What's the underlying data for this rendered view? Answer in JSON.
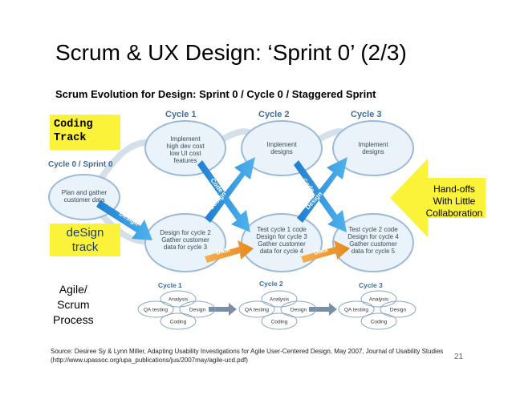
{
  "slide": {
    "title": "Scrum & UX Design: ‘Sprint 0’ (2/3)",
    "subtitle": "Scrum Evolution for Design:  Sprint 0 / Cycle 0 / Staggered Sprint",
    "coding_track": "Coding\nTrack",
    "design_track": "deSign\ntrack",
    "agile_label": "Agile/\nScrum\nProcess",
    "handoffs": "Hand-offs\nWith Little\nCollaboration",
    "source": "Source: Desiree Sy & Lynn Miller, Adapting Usability Investigations for Agile User-Centered Design, May 2007, Journal of Usability Studies (http://www.upassoc.org/upa_publications/jus/2007may/agile-ucd.pdf)",
    "page_number": "21",
    "colors": {
      "yellow": "#fbf23a",
      "blue": "#2f8fd6",
      "orange": "#f2a33c",
      "cycle_text": "#3d6d9e"
    }
  },
  "diagram": {
    "cycle0_label": "Cycle 0 / Sprint 0",
    "cycle_headers": [
      "Cycle 1",
      "Cycle 2",
      "Cycle 3"
    ],
    "cycle0_box": "Plan and gather\ncustomer data",
    "top_row": [
      "Implement\nhigh dev cost\nlow UI cost\nfeatures",
      "Implement\ndesigns",
      "Implement\ndesigns"
    ],
    "bottom_row": [
      "Design for cycle 2\n\nGather customer\ndata for cycle 3",
      "Test cycle 1 code\nDesign for cycle 3\nGather customer\ndata for cycle 4",
      "Test cycle 2 code\nDesign for cycle 4\nGather customer\ndata for cycle 5"
    ],
    "arrow_labels": {
      "design": "Design",
      "code": "Code",
      "data": "Data"
    }
  },
  "scrum": {
    "cycles": [
      "Cycle 1",
      "Cycle 2",
      "Cycle 3"
    ],
    "bubbles": [
      "Analysis",
      "QA testing",
      "Design",
      "Coding"
    ]
  }
}
